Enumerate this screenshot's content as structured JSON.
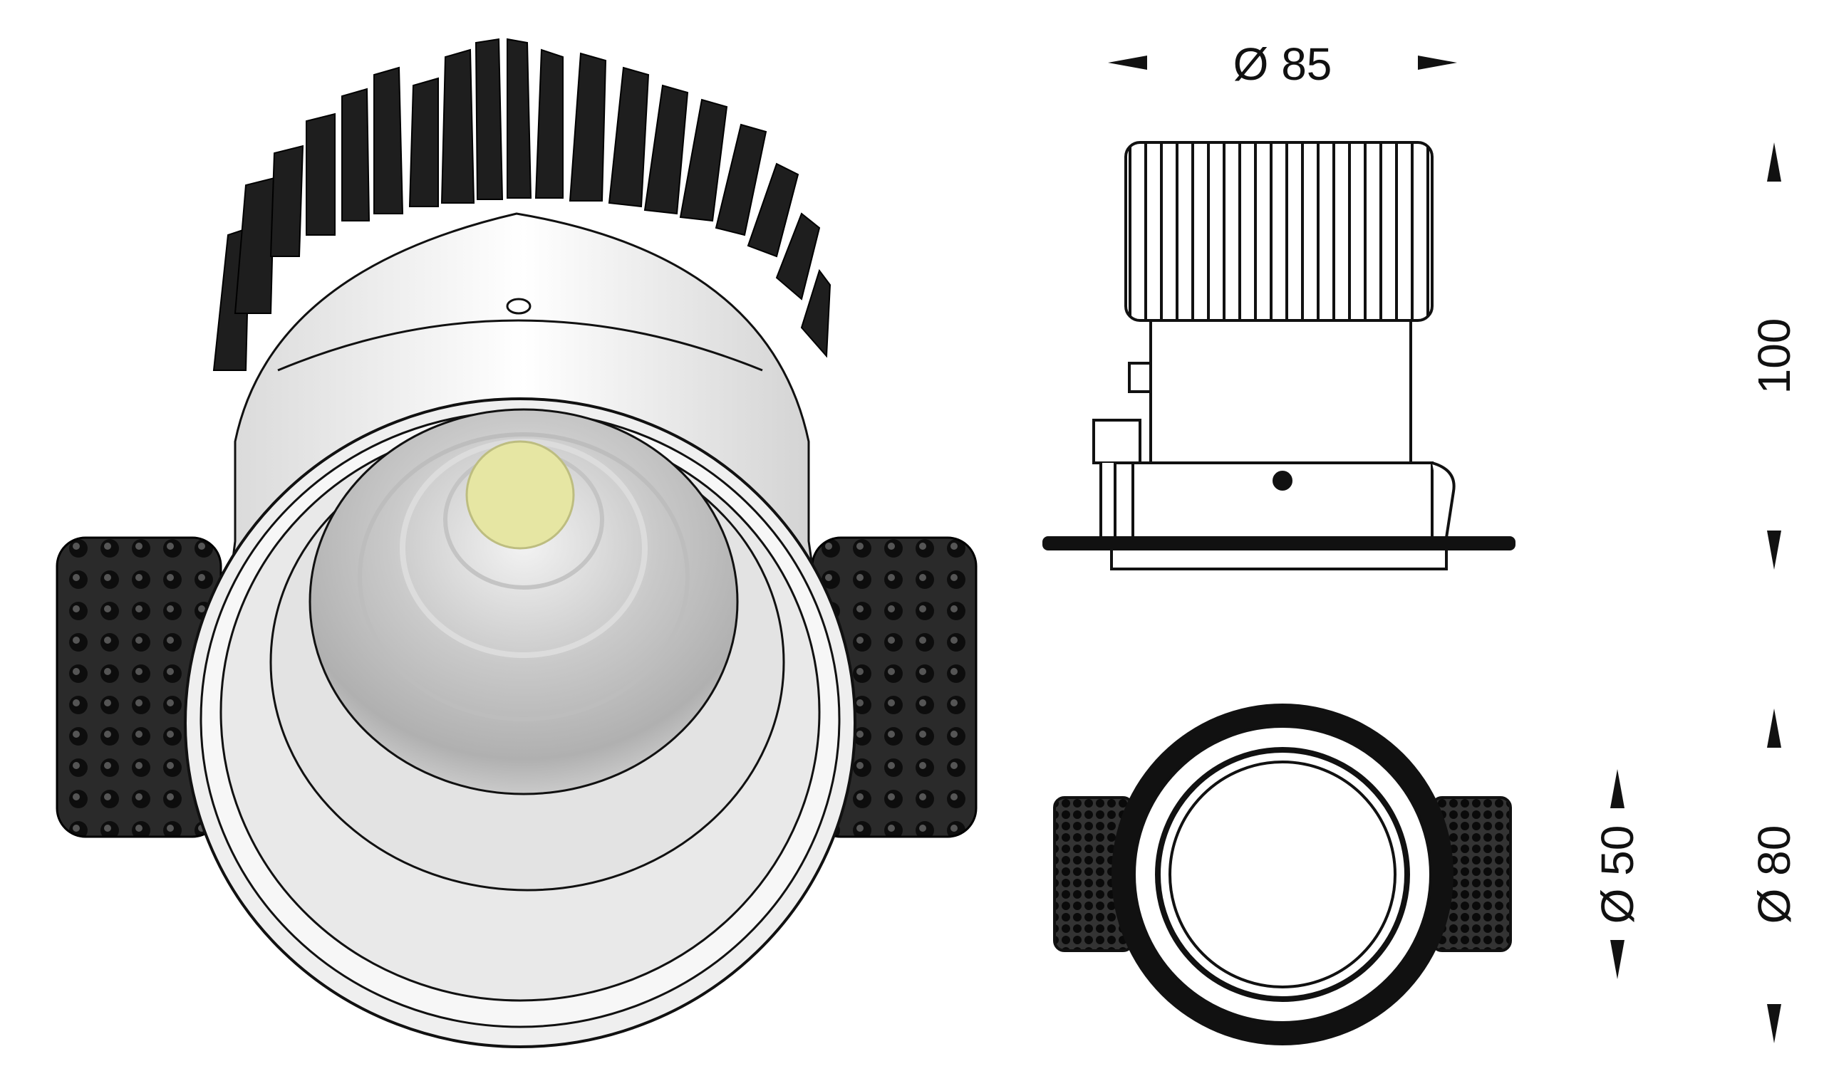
{
  "dimensions": {
    "width_label": "Ø 85",
    "height_label": "100",
    "inner_diameter_label": "Ø 50",
    "outer_diameter_label": "Ø 80"
  },
  "colors": {
    "body": "#f4f4f4",
    "heatsink": "#1e1e1e",
    "spring_clip": "#2a2a2a",
    "reflector": "#cfcfcf",
    "led_chip": "#e8e8a0",
    "outline": "#111111"
  }
}
